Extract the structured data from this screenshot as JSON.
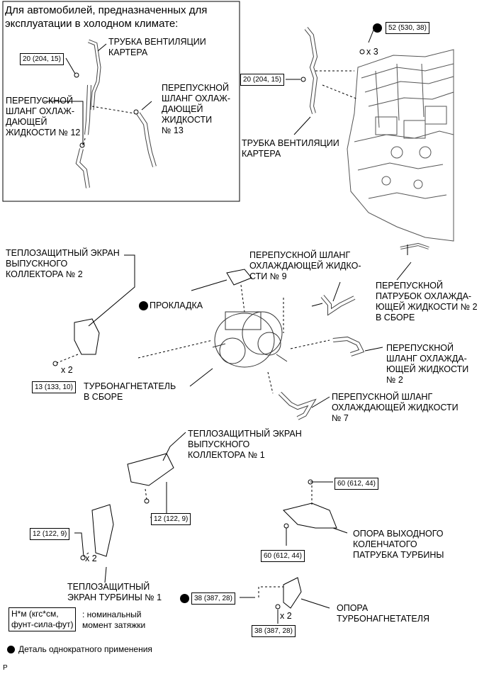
{
  "cold_climate": {
    "title": "Для автомобилей, предназначенных для\nэксплуатации в холодном климате:",
    "crankcase_tube": "ТРУБКА ВЕНТИЛЯЦИИ\nКАРТЕРА",
    "bypass_hose_12": "ПЕРЕПУСКНОЙ\nШЛАНГ ОХЛАЖ-\nДАЮЩЕЙ\nЖИДКОСТИ № 12",
    "bypass_hose_13": "ПЕРЕПУСКНОЙ\nШЛАНГ ОХЛАЖ-\nДАЮЩЕЙ\nЖИДКОСТИ\n№ 13",
    "torque_1": "20 (204, 15)"
  },
  "torques": {
    "t52": "52 (530, 38)",
    "t20": "20 (204, 15)",
    "t13": "13 (133, 10)",
    "t12a": "12 (122, 9)",
    "t12b": "12 (122, 9)",
    "t60a": "60 (612, 44)",
    "t60b": "60 (612, 44)",
    "t38a": "38 (387, 28)",
    "t38b": "38 (387, 28)"
  },
  "multipliers": {
    "x3": "x 3",
    "x2_a": "x 2",
    "x2_b": "x 2",
    "x2_c": "x 2"
  },
  "labels": {
    "crankcase_tube": "ТРУБКА ВЕНТИЛЯЦИИ\nКАРТЕРА",
    "heat_shield_2": "ТЕПЛОЗАЩИТНЫЙ ЭКРАН\nВЫПУСКНОГО\nКОЛЛЕКТОРА № 2",
    "bypass_hose_9": "ПЕРЕПУСКНОЙ ШЛАНГ\nОХЛАЖДАЮЩЕЙ ЖИДКО-\nСТИ № 9",
    "bypass_pipe_2": "ПЕРЕПУСКНОЙ\nПАТРУБОК ОХЛАЖДА-\nЮЩЕЙ ЖИДКОСТИ № 2\nВ СБОРЕ",
    "gasket": "ПРОКЛАДКА",
    "bypass_hose_2": "ПЕРЕПУСКНОЙ\nШЛАНГ ОХЛАЖДА-\nЮЩЕЙ ЖИДКОСТИ\n№ 2",
    "turbo": "ТУРБОНАГНЕТАТЕЛЬ\nВ СБОРЕ",
    "bypass_hose_7": "ПЕРЕПУСКНОЙ ШЛАНГ\nОХЛАЖДАЮЩЕЙ ЖИДКОСТИ\n№ 7",
    "heat_shield_1": "ТЕПЛОЗАЩИТНЫЙ ЭКРАН\nВЫПУСКНОГО\nКОЛЛЕКТОРА № 1",
    "outlet_support": "ОПОРА ВЫХОДНОГО\nКОЛЕНЧАТОГО\nПАТРУБКА ТУРБИНЫ",
    "turbine_shield_1": "ТЕПЛОЗАЩИТНЫЙ\nЭКРАН ТУРБИНЫ № 1",
    "turbo_support": "ОПОРА\nТУРБОНАГНЕТАТЕЛЯ"
  },
  "legend": {
    "unit": "Н*м (кгс*см,\nфунт-сила-фут)",
    "unit_desc": ": номинальный\nмомент затяжки",
    "non_reusable": "Деталь однократного применения"
  },
  "footer_code": "P"
}
